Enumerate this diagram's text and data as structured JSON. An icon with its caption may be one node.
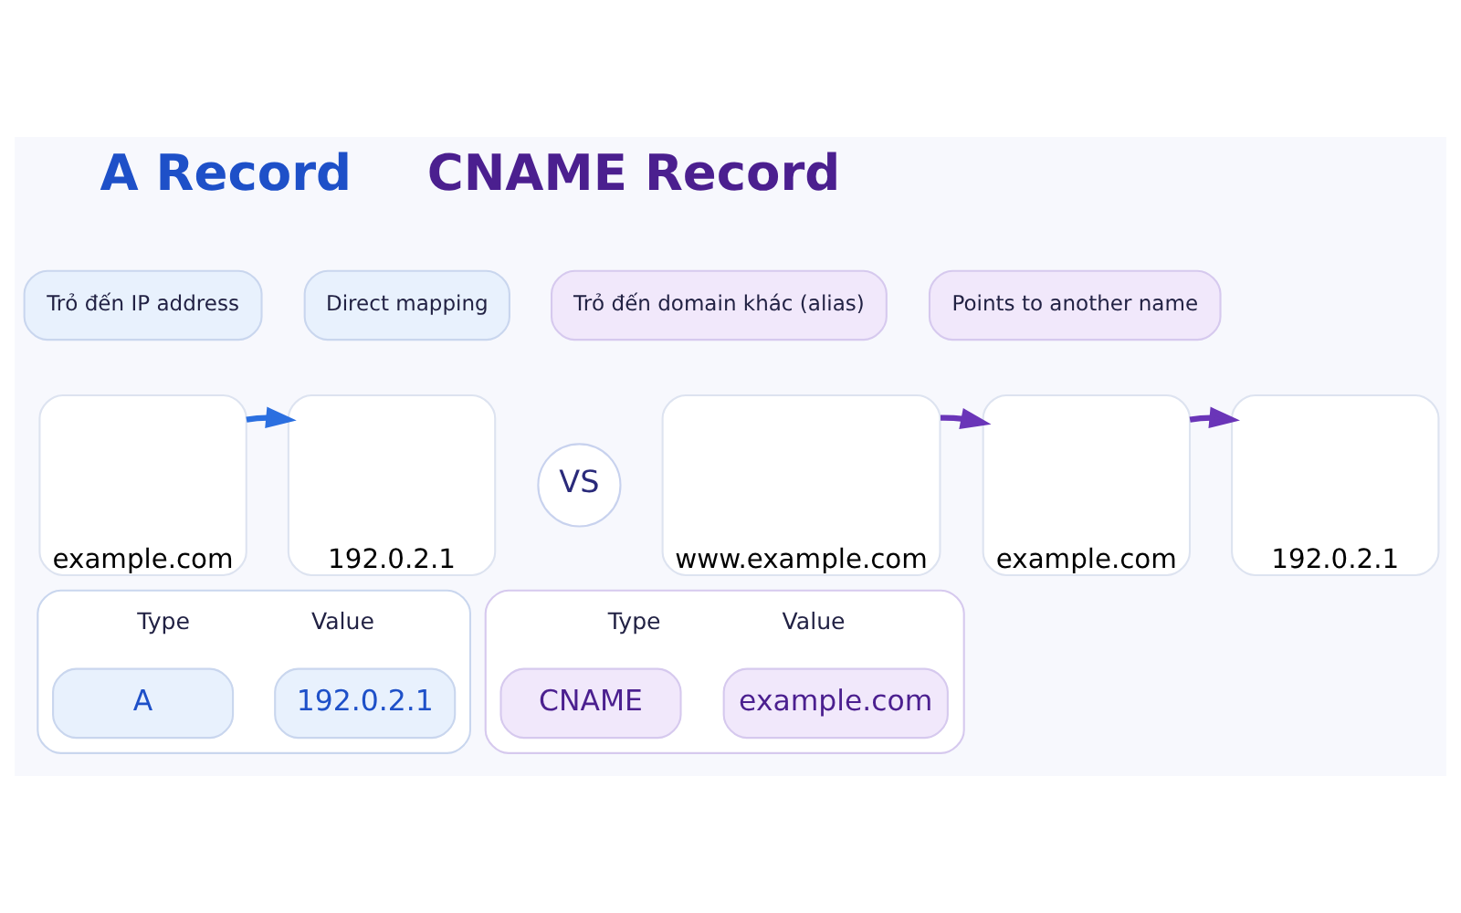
{
  "diagram": {
    "nodes": [
      {
        "text": [
          "Trỏ đến IP address"
        ]
      },
      {
        "text": [
          "Direct mapping"
        ]
      },
      {
        "text": [
          "example.com"
        ]
      },
      {
        "text": [
          "192.0.2.1"
        ]
      },
      {
        "text": [
          "Type",
          "Value"
        ]
      },
      {
        "text": [
          "A"
        ],
        "in": 4
      },
      {
        "text": [
          "192.0.2.1"
        ],
        "in": 4
      },
      {
        "text": [
          "VS"
        ]
      },
      {
        "text": [
          "Trỏ đến domain khác (alias)"
        ]
      },
      {
        "text": [
          "Points to another name"
        ]
      },
      {
        "text": [
          "www.example.com"
        ]
      },
      {
        "text": [
          "example.com"
        ]
      },
      {
        "text": [
          "192.0.2.1"
        ]
      },
      {
        "text": [
          "Type",
          "Value"
        ]
      },
      {
        "text": [
          "CNAME"
        ],
        "in": 13
      },
      {
        "text": [
          "example.com"
        ],
        "in": 13
      }
    ],
    "edges": [
      {
        "from": 2,
        "to": 3,
        "arrow": "to",
        "color": "#2b6fe0"
      },
      {
        "from": 10,
        "to": 11,
        "arrow": "to"
      },
      {
        "from": 11,
        "to": 12,
        "arrow": "to"
      }
    ],
    "labels": [
      "A Record",
      "CNAME Record"
    ]
  }
}
